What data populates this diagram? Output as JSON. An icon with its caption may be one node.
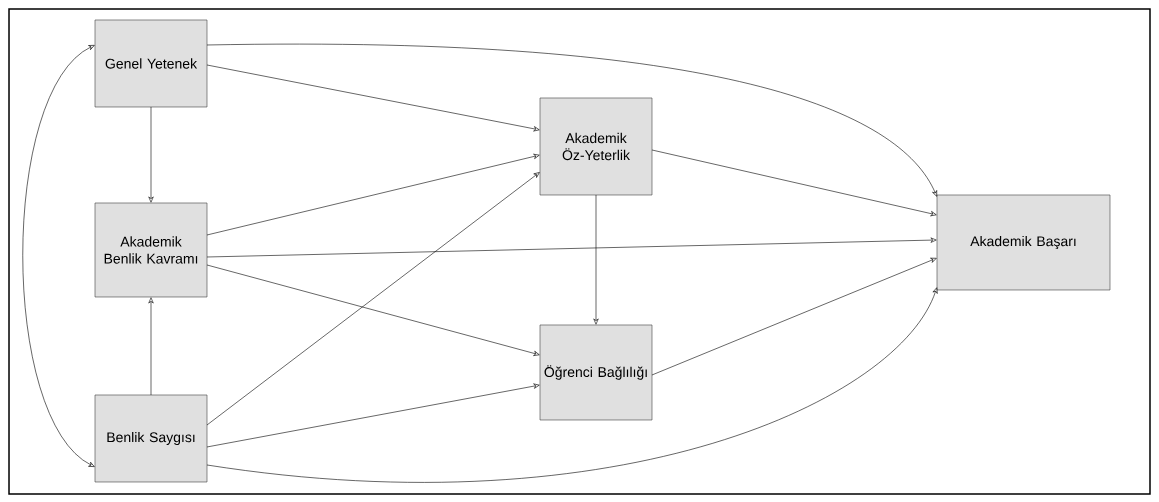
{
  "diagram": {
    "nodes": [
      {
        "text": [
          "Genel Yetenek"
        ]
      },
      {
        "text": [
          "Akademik Benlik Kavramı"
        ]
      },
      {
        "text": [
          "Benlik Saygısı"
        ]
      },
      {
        "text": [
          "Akademik Öz-Yeterlik"
        ]
      },
      {
        "text": [
          "Öğrenci Bağlılığı"
        ]
      },
      {
        "text": [
          "Akademik Başarı"
        ]
      }
    ],
    "edges": [
      {
        "from": 0,
        "to": 1,
        "arrow": "to"
      },
      {
        "from": 2,
        "to": 1,
        "arrow": "to"
      },
      {
        "from": 0,
        "to": 2,
        "arrow": "both"
      },
      {
        "from": 0,
        "to": 3,
        "arrow": "to"
      },
      {
        "from": 0,
        "to": 5,
        "arrow": "to"
      },
      {
        "from": 1,
        "to": 3,
        "arrow": "to"
      },
      {
        "from": 1,
        "to": 5,
        "arrow": "to"
      },
      {
        "from": 1,
        "to": 4,
        "arrow": "to"
      },
      {
        "from": 2,
        "to": 3,
        "arrow": "to"
      },
      {
        "from": 2,
        "to": 4,
        "arrow": "to"
      },
      {
        "from": 2,
        "to": 5,
        "arrow": "to"
      },
      {
        "from": 3,
        "to": 4,
        "arrow": "to"
      },
      {
        "from": 3,
        "to": 5,
        "arrow": "to"
      },
      {
        "from": 4,
        "to": 5,
        "arrow": "to"
      }
    ]
  }
}
